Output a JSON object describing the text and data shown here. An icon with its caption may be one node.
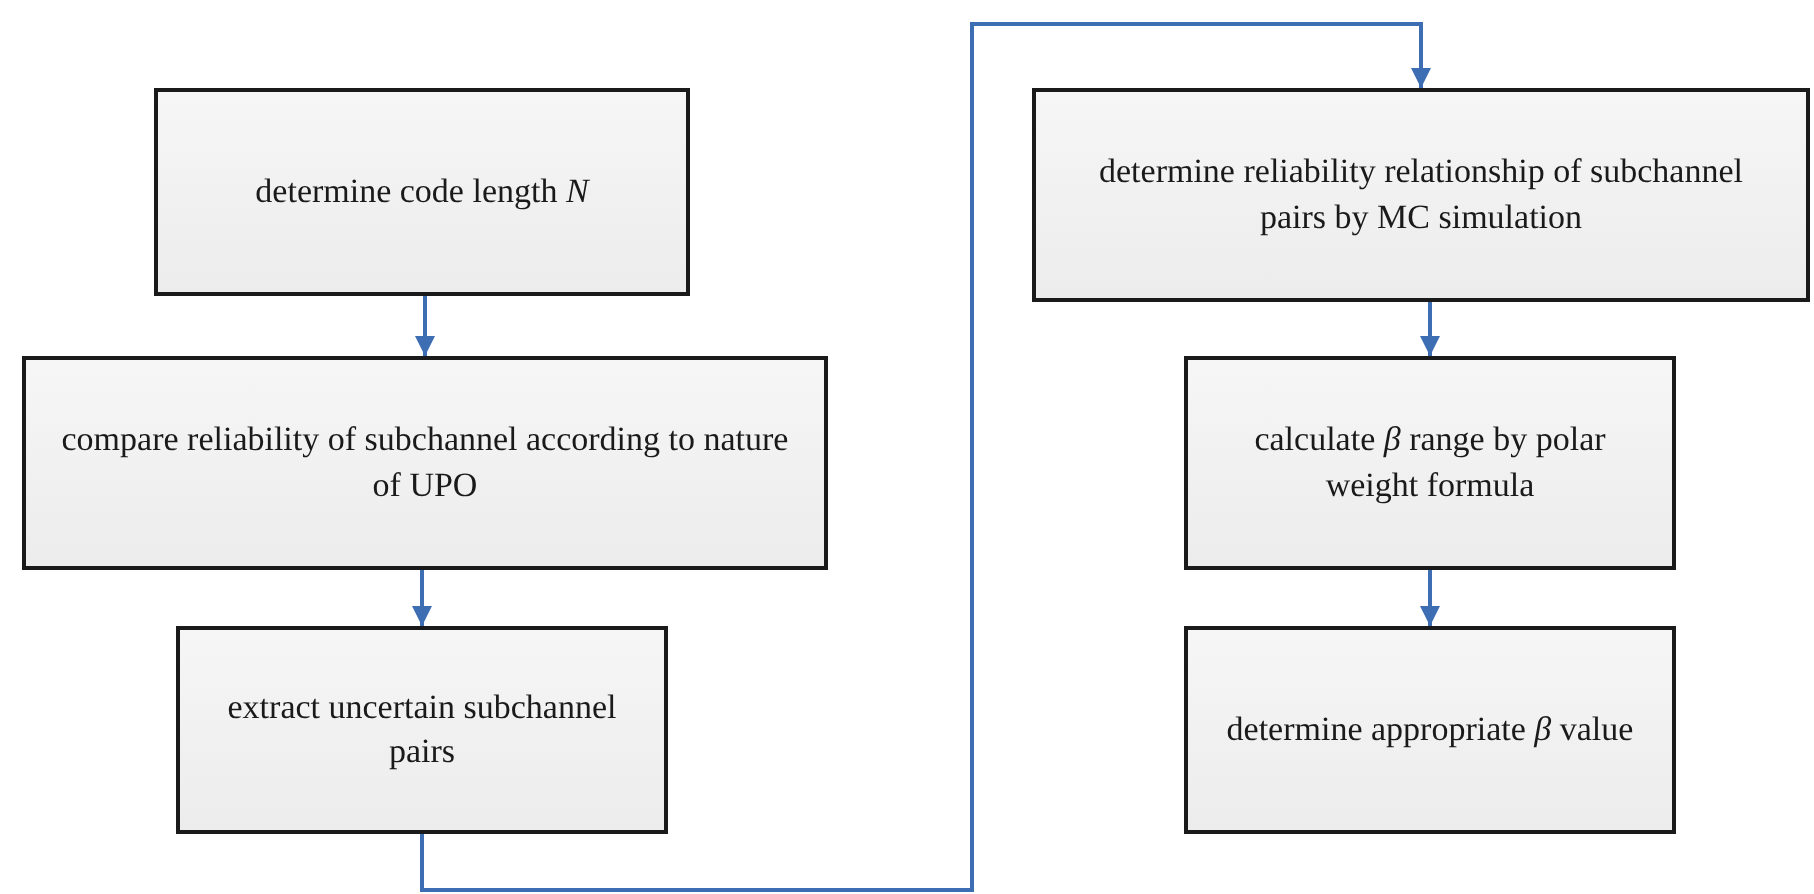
{
  "diagram": {
    "nodes": [
      {
        "text": [
          "determine code length *N*"
        ]
      },
      {
        "text": [
          "compare reliability of subchannel according to nature of UPO"
        ]
      },
      {
        "text": [
          "extract uncertain subchannel pairs"
        ]
      },
      {
        "text": [
          "determine reliability relationship of subchannel pairs by MC simulation"
        ]
      },
      {
        "text": [
          "calculate *β* range by polar weight formula"
        ]
      },
      {
        "text": [
          "determine appropriate *β* value"
        ]
      }
    ],
    "edges": [
      {
        "from": 0,
        "to": 1,
        "arrow": "to"
      },
      {
        "from": 1,
        "to": 2,
        "arrow": "to"
      },
      {
        "from": 2,
        "to": 3,
        "arrow": "to"
      },
      {
        "from": 3,
        "to": 4,
        "arrow": "to"
      },
      {
        "from": 4,
        "to": 5,
        "arrow": "to"
      }
    ]
  }
}
